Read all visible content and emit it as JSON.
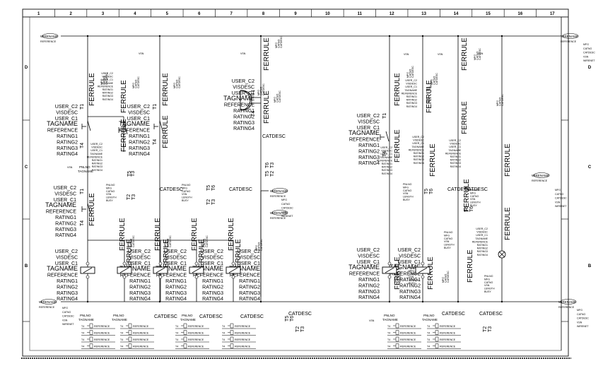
{
  "sheet": {
    "column_labels": [
      "1",
      "2",
      "3",
      "4",
      "5",
      "6",
      "7",
      "8",
      "9",
      "10",
      "11",
      "12",
      "13",
      "14",
      "15",
      "16",
      "17"
    ],
    "row_labels": [
      "D",
      "C",
      "B"
    ]
  },
  "labels": {
    "wirename": "WIRENAME",
    "reference": "REFERENCE",
    "ferrule": "FERRULE",
    "catdesc": "CATDESC",
    "vsn": "VSN",
    "pnlno": "PNLNO",
    "tagname": "TAGNAME",
    "t1": "T1",
    "t2": "T2",
    "t3": "T3",
    "t4": "T4",
    "t5": "T5",
    "t6": "T6",
    "mfg_block": [
      "MFG",
      "CATNO",
      "CATDESC",
      "VSN",
      "WIRENET"
    ],
    "mfg_short": [
      "MFG",
      "CATNO",
      "CATDESC"
    ],
    "device_block": [
      "USER_C2",
      "VISDESC",
      "USER_C1",
      "TAGNAME",
      "REFERENCE",
      "RATING1",
      "RATING2",
      "RATING3",
      "RATING4"
    ],
    "pnl_block": [
      "PNLNO",
      "MFG",
      "CATNO",
      "VSN",
      "LENGTH",
      "BUSY"
    ],
    "terminal_row": "T4",
    "terminal_ref": "REFERENCE"
  }
}
